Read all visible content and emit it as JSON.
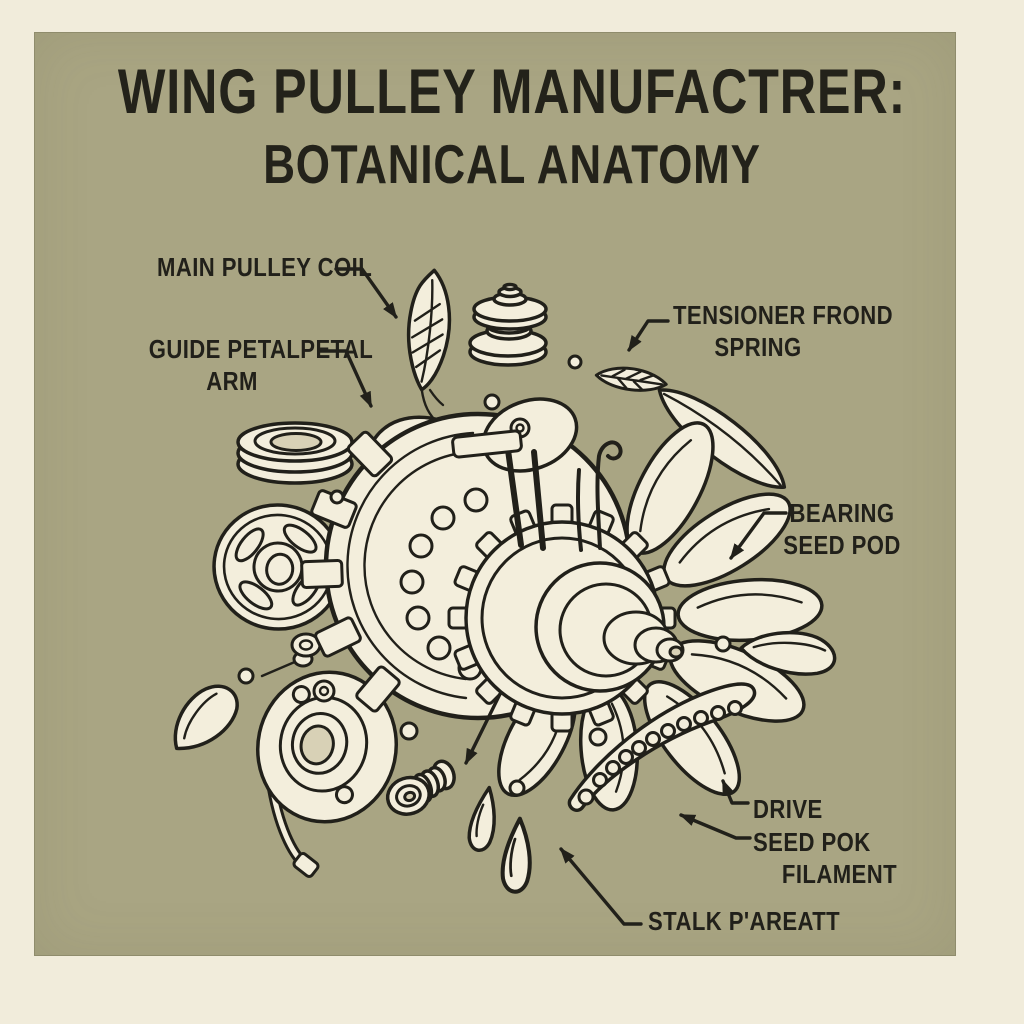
{
  "poster": {
    "title": {
      "line1": "WING PULLEY MANUFACTRER:",
      "line2": "BOTANICAL ANATOMY"
    },
    "labels": {
      "main_pulley_coil": {
        "text": "MAIN PULLEY COIL"
      },
      "guide_petal_arm": {
        "line1": "GUIDE PETALPETAL",
        "line2": "ARM"
      },
      "tensioner_frond_spring": {
        "line1": "TENSIONER FROND",
        "line2": "SPRING"
      },
      "bearing_seed_pod": {
        "line1": "BEARING",
        "line2": "SEED POD"
      },
      "drive_seed_pod_filament": {
        "line1": "DRIVE",
        "line2": "SEED POK",
        "line3": "FILAMENT"
      },
      "stalk_pareatt": {
        "text": "STALK P'AREATT"
      }
    },
    "colors": {
      "background": "#f1ecdb",
      "panel": "#a9a583",
      "ink": "#21201a",
      "part_fill": "#f3eedc",
      "part_shade": "#d8d1b6"
    },
    "illustration_parts": [
      "main-leaf",
      "spool",
      "tensioner-frond-leaf",
      "pod-leaf",
      "ring-stack",
      "spoked-wheel",
      "housing-disc",
      "bearing-balls",
      "gear",
      "hub-cone",
      "petals",
      "top-bracket",
      "fiddlehead-stems",
      "seed-pod",
      "coil-pod",
      "flange-disc",
      "curved-stalk",
      "teardrop-pod",
      "bolt-pin",
      "small-spool",
      "seed-drops",
      "scatter-dots",
      "leader-arrows"
    ]
  }
}
